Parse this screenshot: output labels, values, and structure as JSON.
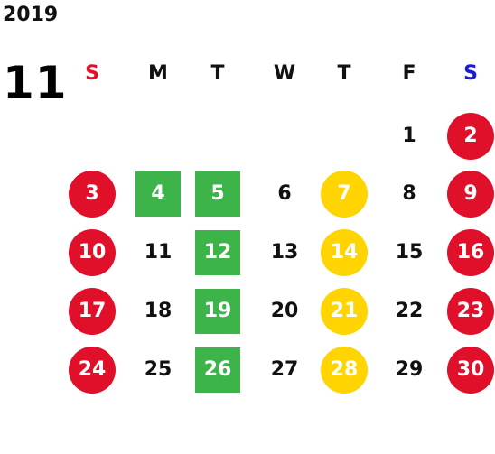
{
  "calendar": {
    "year": "2019",
    "month": "11",
    "weekdays": [
      {
        "label": "S",
        "color": "#e0102a"
      },
      {
        "label": "M",
        "color": "#111111"
      },
      {
        "label": "T",
        "color": "#111111"
      },
      {
        "label": "W",
        "color": "#111111"
      },
      {
        "label": "T",
        "color": "#111111"
      },
      {
        "label": "F",
        "color": "#111111"
      },
      {
        "label": "S",
        "color": "#1a1adb"
      }
    ],
    "weeks": [
      [
        null,
        null,
        null,
        null,
        null,
        {
          "d": "1",
          "mark": "none"
        },
        {
          "d": "2",
          "mark": "saturday"
        }
      ],
      [
        {
          "d": "3",
          "mark": "sunday"
        },
        {
          "d": "4",
          "mark": "green"
        },
        {
          "d": "5",
          "mark": "green"
        },
        {
          "d": "6",
          "mark": "none"
        },
        {
          "d": "7",
          "mark": "yellow"
        },
        {
          "d": "8",
          "mark": "none"
        },
        {
          "d": "9",
          "mark": "saturday"
        }
      ],
      [
        {
          "d": "10",
          "mark": "sunday"
        },
        {
          "d": "11",
          "mark": "none"
        },
        {
          "d": "12",
          "mark": "green"
        },
        {
          "d": "13",
          "mark": "none"
        },
        {
          "d": "14",
          "mark": "yellow"
        },
        {
          "d": "15",
          "mark": "none"
        },
        {
          "d": "16",
          "mark": "saturday"
        }
      ],
      [
        {
          "d": "17",
          "mark": "sunday"
        },
        {
          "d": "18",
          "mark": "none"
        },
        {
          "d": "19",
          "mark": "green"
        },
        {
          "d": "20",
          "mark": "none"
        },
        {
          "d": "21",
          "mark": "yellow"
        },
        {
          "d": "22",
          "mark": "none"
        },
        {
          "d": "23",
          "mark": "saturday"
        }
      ],
      [
        {
          "d": "24",
          "mark": "sunday"
        },
        {
          "d": "25",
          "mark": "none"
        },
        {
          "d": "26",
          "mark": "green"
        },
        {
          "d": "27",
          "mark": "none"
        },
        {
          "d": "28",
          "mark": "yellow"
        },
        {
          "d": "29",
          "mark": "none"
        },
        {
          "d": "30",
          "mark": "saturday"
        }
      ]
    ],
    "colors": {
      "weekend_circle": "#e0102a",
      "green_square": "#3cb44a",
      "yellow_circle": "#ffd400",
      "saturday_label": "#1a1adb",
      "sunday_label": "#e0102a"
    }
  }
}
